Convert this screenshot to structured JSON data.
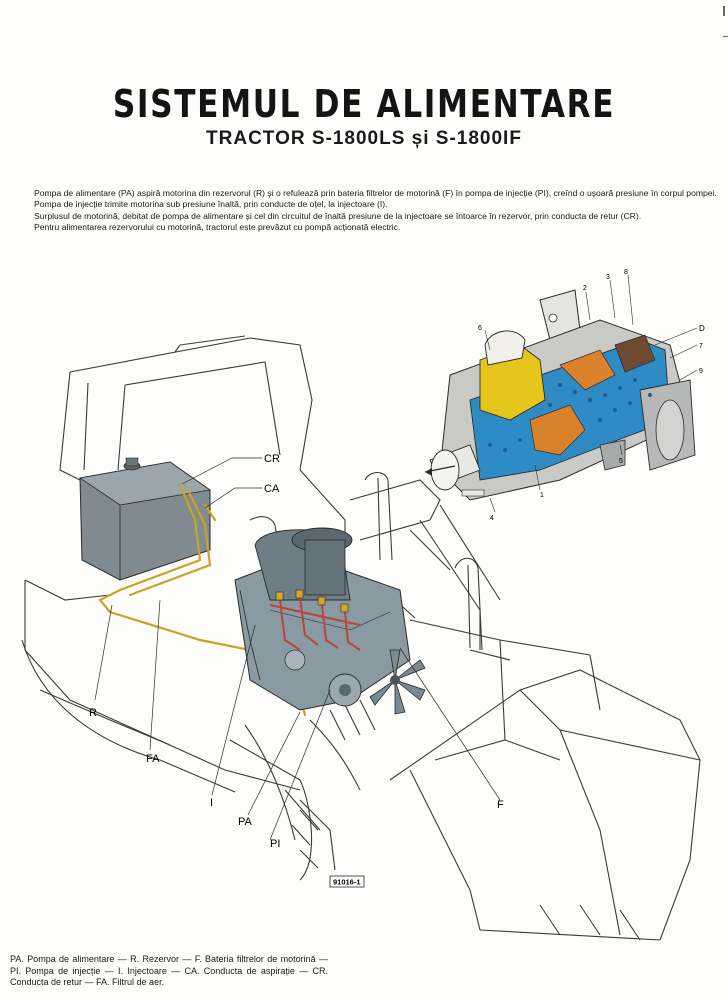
{
  "header": {
    "title": "SISTEMUL DE ALIMENTARE",
    "subtitle": "TRACTOR S-1800LS și S-1800IF"
  },
  "intro": [
    "Pompa de alimentare (PA) aspiră motorina din rezervorul (R) și o refulează prin bateria filtrelor de motorină (F) în pompa de injecție (PI), creînd o ușoară presiune în corpul pompei.",
    "Pompa de injecție trimite motorina sub presiune înaltă, prin conducte de oțel, la injectoare (I).",
    "Surplusul de motorină, debitat de pompa de alimentare și cel din circuitul de înaltă presiune de la injectoare se întoarce în rezervor, prin conducta de retur (CR).",
    "Pentru alimentarea rezervorului cu motorină, tractorul este prevăzut cu pompă acționată electric."
  ],
  "tractor_labels": {
    "cr": "CR",
    "ca": "CA",
    "r": "R",
    "fa": "FA",
    "i": "I",
    "pa": "PA",
    "pi": "PI",
    "f": "F"
  },
  "pump_labels": {
    "n1": "1",
    "n2": "2",
    "n3": "3",
    "n4": "4",
    "n5": "5",
    "n6": "6",
    "n7": "7",
    "n8": "8",
    "n9": "9",
    "d": "D"
  },
  "figure_codes": {
    "main": "91016-1"
  },
  "caption": "PA. Pompa de alimentare — R. Rezervor — F. Bateria filtrelor de motorină — PI. Pompa de injecție — I. Injectoare — CA. Conducta de aspirație — CR. Conducta de retur — FA. Filtrul de aer.",
  "colors": {
    "fuel_line": "#c9a227",
    "high_pressure_line": "#b8463b",
    "engine": "#8a9aa3",
    "tank": "#7f8b90",
    "pump_blue": "#2f8bc4",
    "pump_yellow": "#e6c51d",
    "pump_orange": "#d9822b",
    "outline": "#2a2a2a"
  }
}
